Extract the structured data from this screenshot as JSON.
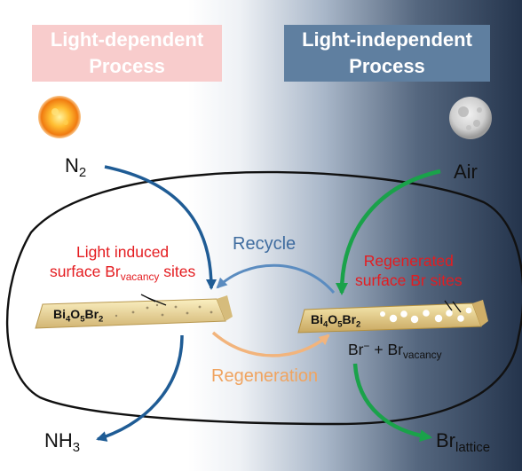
{
  "headers": {
    "left": {
      "line1": "Light-dependent",
      "line2": "Process"
    },
    "right": {
      "line1": "Light-independent",
      "line2": "Process"
    }
  },
  "icons": {
    "left": "sun-icon",
    "right": "moon-icon"
  },
  "species": {
    "n2": {
      "base": "N",
      "sub": "2"
    },
    "air": "Air",
    "nh3": {
      "base": "NH",
      "sub": "3"
    },
    "br_ion": {
      "base": "Br",
      "sup": "−"
    },
    "plus": "+",
    "br_vacancy": {
      "base": "Br",
      "sub": "vacancy"
    },
    "br_lattice": {
      "base": "Br",
      "sub": "lattice"
    }
  },
  "crystal": {
    "bi": "Bi",
    "bi_n": "4",
    "o": "O",
    "o_n": "5",
    "br": "Br",
    "br_n": "2"
  },
  "annotations": {
    "light_induced": {
      "line1": "Light induced",
      "line2_prefix": "surface Br",
      "line2_sub": "vacancy",
      "line2_suffix": " sites"
    },
    "regenerated": {
      "line1": "Regenerated",
      "line2": "surface Br sites"
    }
  },
  "arrow_labels": {
    "recycle": "Recycle",
    "regeneration": "Regeneration"
  },
  "colors": {
    "blue_arrow": "#1f5c95",
    "green_arrow": "#1aa24a",
    "recycle_arrow": "#5b8cc0",
    "regeneration_arrow": "#f2b47c",
    "red_text": "#e41c20",
    "header_left_bg": "#f8cccc",
    "header_right_bg": "#5f7fa0"
  }
}
